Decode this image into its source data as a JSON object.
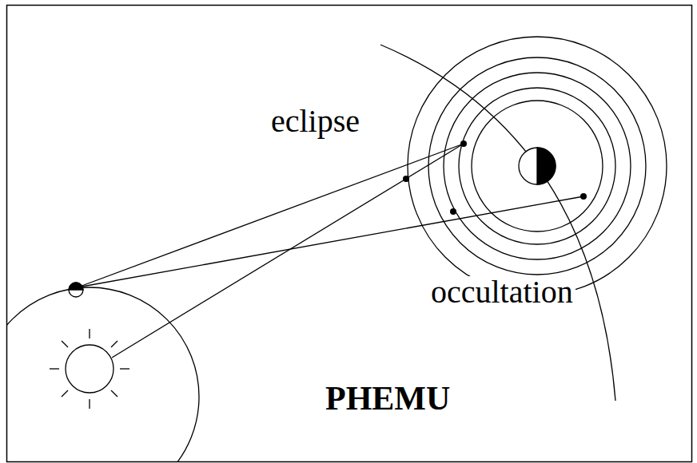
{
  "diagram": {
    "title": "PHEMU",
    "labels": [
      "eclipse",
      "occultation"
    ]
  }
}
